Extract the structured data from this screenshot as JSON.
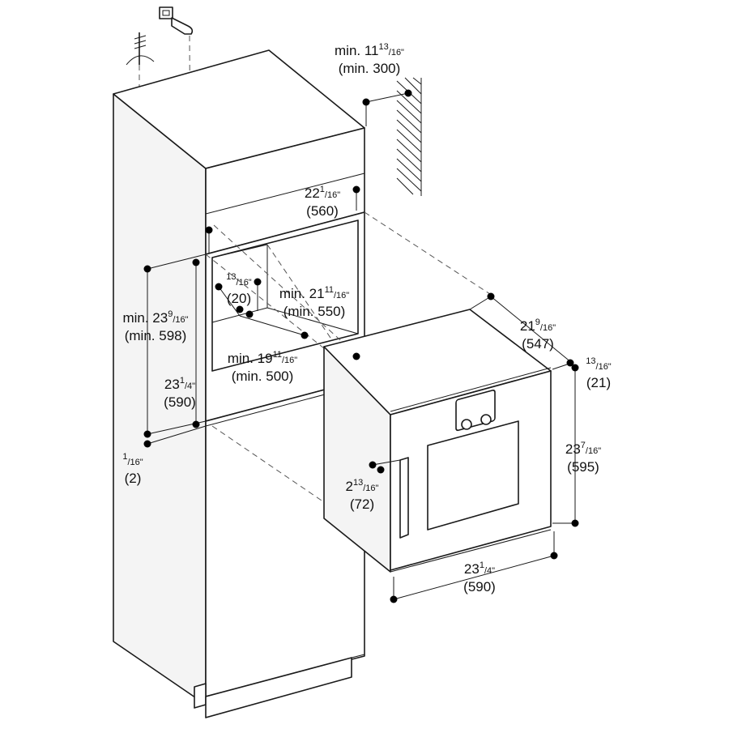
{
  "dims": {
    "wall_min_in": "min. 11",
    "wall_min_in_num": "13",
    "wall_min_in_den": "/16\"",
    "wall_min_mm": "(min. 300)",
    "depth_in": "22",
    "depth_in_num": "1",
    "depth_in_den": "/16\"",
    "depth_mm": "(560)",
    "inset_in_num": "13",
    "inset_in_den": "/16\"",
    "inset_mm": "(20)",
    "niche_depth_in": "min. 21",
    "niche_depth_in_num": "11",
    "niche_depth_in_den": "/16\"",
    "niche_depth_mm": "(min. 550)",
    "niche_h_in": "min. 23",
    "niche_h_in_num": "9",
    "niche_h_in_den": "/16\"",
    "niche_h_mm": "(min. 598)",
    "niche_w_in": "min. 19",
    "niche_w_in_num": "11",
    "niche_w_in_den": "/16\"",
    "niche_w_mm": "(min. 500)",
    "cab_w_in": "23",
    "cab_w_in_num": "1",
    "cab_w_in_den": "/4\"",
    "cab_w_mm": "(590)",
    "gap_in_num": "1",
    "gap_in_den": "/16\"",
    "gap_mm": "(2)",
    "oven_depth_in": "21",
    "oven_depth_in_num": "9",
    "oven_depth_in_den": "/16\"",
    "oven_depth_mm": "(547)",
    "door_in_num": "13",
    "door_in_den": "/16\"",
    "door_mm": "(21)",
    "oven_h_in": "23",
    "oven_h_in_num": "7",
    "oven_h_in_den": "/16\"",
    "oven_h_mm": "(595)",
    "handle_in": "2",
    "handle_in_num": "13",
    "handle_in_den": "/16\"",
    "handle_mm": "(72)",
    "oven_w_in": "23",
    "oven_w_in_num": "1",
    "oven_w_in_den": "/4\"",
    "oven_w_mm": "(590)"
  }
}
